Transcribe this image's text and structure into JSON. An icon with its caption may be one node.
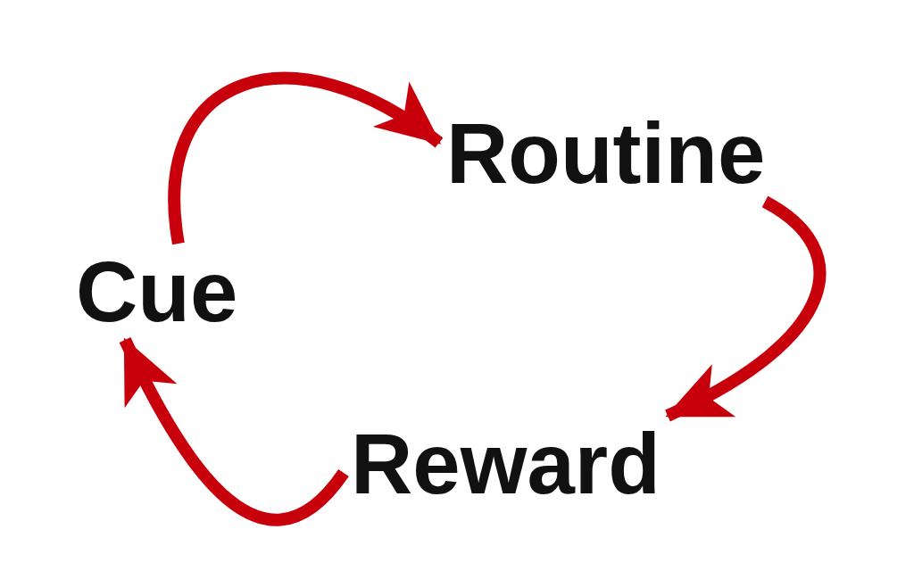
{
  "diagram": {
    "nodes": [
      {
        "text": [
          "Cue"
        ]
      },
      {
        "text": [
          "Routine"
        ]
      },
      {
        "text": [
          "Reward"
        ]
      }
    ],
    "edges": [
      {
        "from": 0,
        "to": 1,
        "arrow": "to"
      },
      {
        "from": 1,
        "to": 2,
        "arrow": "to"
      },
      {
        "from": 2,
        "to": 0,
        "arrow": "to"
      }
    ]
  }
}
